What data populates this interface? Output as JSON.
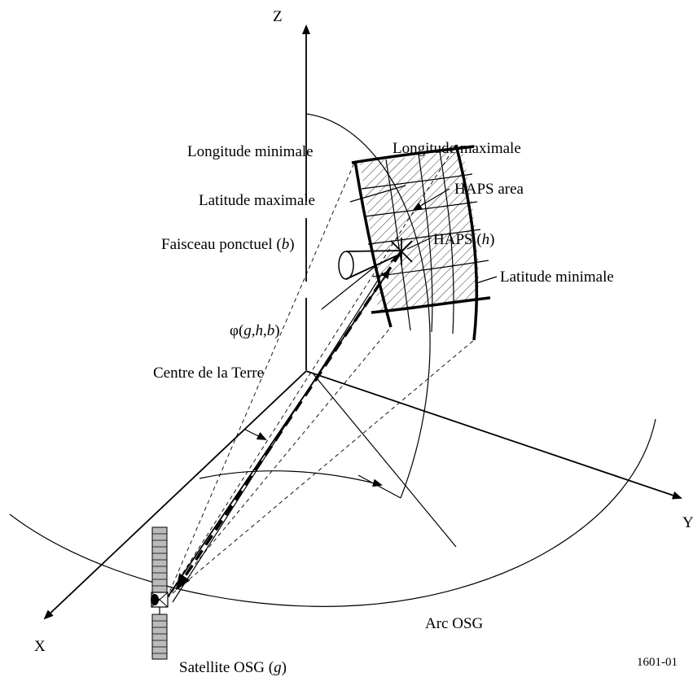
{
  "axes": {
    "z": "Z",
    "x": "X",
    "y": "Y"
  },
  "labels": {
    "longitude_min": "Longitude minimale",
    "longitude_max": "Longitude maximale",
    "latitude_max": "Latitude maximale",
    "latitude_min": "Latitude minimale",
    "haps_area": "HAPS area",
    "haps_prefix": "HAPS (",
    "haps_var": "h",
    "haps_suffix": ")",
    "beam_prefix": "Faisceau ponctuel (",
    "beam_var": "b",
    "beam_suffix": ")",
    "phi_prefix": "φ(",
    "phi_g": "g",
    "phi_comma1": ",",
    "phi_h": "h",
    "phi_comma2": ",",
    "phi_b": "b",
    "phi_suffix": ")",
    "earth_centre": "Centre de la Terre",
    "gso_arc": "Arc OSG",
    "satellite_prefix": "Satellite OSG (",
    "satellite_var": "g",
    "satellite_suffix": ")",
    "figure_id": "1601-01"
  },
  "colors": {
    "ink": "#000000",
    "background": "#ffffff"
  }
}
